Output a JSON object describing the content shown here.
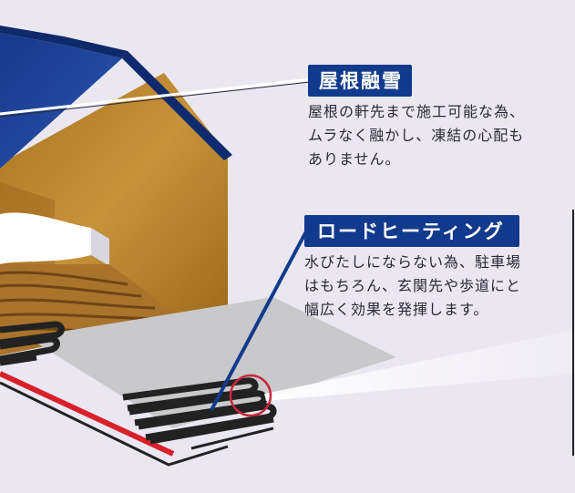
{
  "roof_melting": {
    "title": "屋根融雪",
    "lines": [
      "屋根の軒先まで施工可能な為、",
      "ムラなく融かし、凍結の心配も",
      "ありません。"
    ]
  },
  "road_heating": {
    "title": "ロードヒーティング",
    "lines": [
      "水びたしにならない為、駐車場",
      "はもちろん、玄関先や歩道にと",
      "幅広く効果を発揮します。"
    ]
  },
  "colors": {
    "background": "#ebe7f1",
    "title_band": "#123a8c",
    "roof": "#1e3f8f",
    "wall": "#b8842c",
    "cable_red": "#d8202a",
    "highlight_circle": "#c8283a"
  }
}
